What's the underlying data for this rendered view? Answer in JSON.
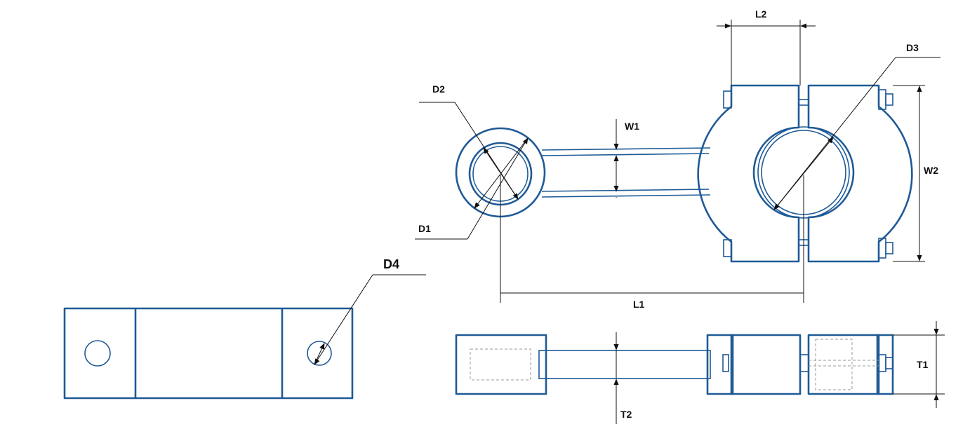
{
  "dimension_labels": {
    "d1": "D1",
    "d2": "D2",
    "d3": "D3",
    "d4": "D4",
    "w1": "W1",
    "w2": "W2",
    "l1": "L1",
    "l2": "L2",
    "t1": "T1",
    "t2": "T2"
  },
  "colors": {
    "part_outline": "#1f5a96",
    "dimension_line": "#111111",
    "hidden_line": "#9a9a9a",
    "background": "#ffffff"
  }
}
